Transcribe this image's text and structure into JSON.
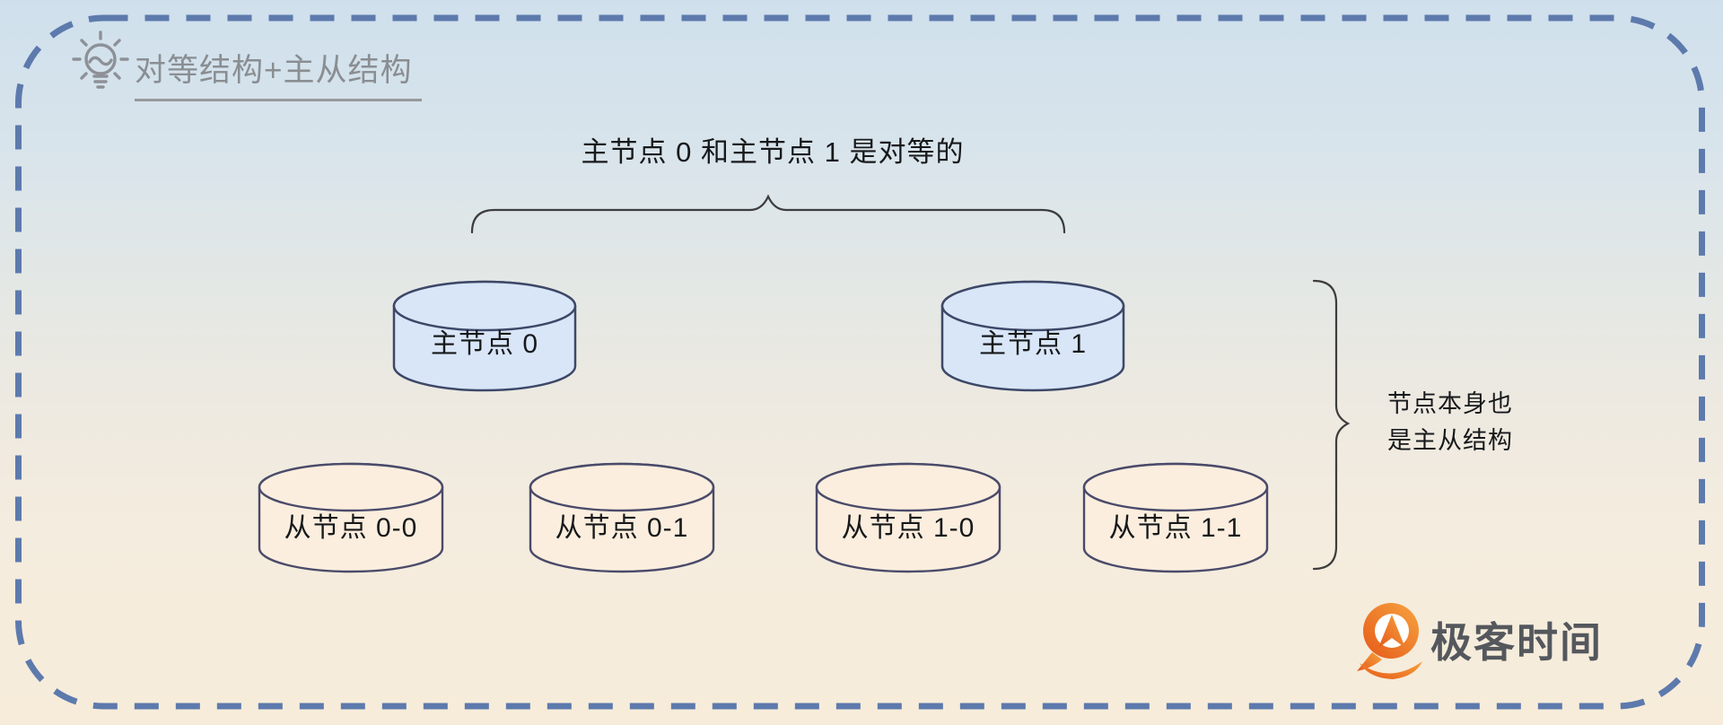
{
  "header": {
    "title": "对等结构+主从结构"
  },
  "annotations": {
    "peer_caption": "主节点 0 和主节点 1 是对等的",
    "side_note": {
      "line1": "节点本身也",
      "line2": "是主从结构"
    }
  },
  "nodes": {
    "masters": [
      {
        "label": "主节点 0"
      },
      {
        "label": "主节点 1"
      }
    ],
    "slaves": [
      {
        "label": "从节点 0-0"
      },
      {
        "label": "从节点 0-1"
      },
      {
        "label": "从节点 1-0"
      },
      {
        "label": "从节点 1-1"
      }
    ]
  },
  "logo": {
    "text": "极客时间"
  },
  "icons": {
    "header_icon": "lightbulb-icon",
    "logo_icon": "geektime-logo-icon"
  },
  "colors": {
    "border_dash": "#5d7aad",
    "bg_top": "#cfe0ec",
    "bg_bottom": "#f7ecda",
    "master_fill": "#d9e6f8",
    "master_stroke": "#3d4868",
    "slave_fill": "#fbeede",
    "slave_stroke": "#4a4a6a",
    "brace_stroke": "#3d3d3d",
    "title_text": "#8a8e92",
    "body_text": "#17191b",
    "logo_orange": "#ec6520",
    "logo_text": "#54585d"
  }
}
